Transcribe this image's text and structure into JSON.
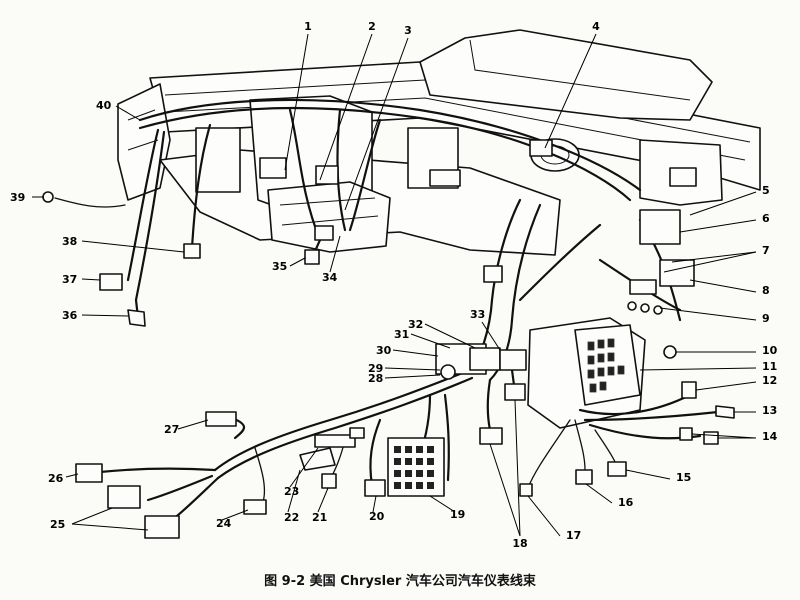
{
  "caption": "图 9-2   美国 Chrysler 汽车公司汽车仪表线束",
  "callouts": [
    "1",
    "2",
    "3",
    "4",
    "5",
    "6",
    "7",
    "8",
    "9",
    "10",
    "11",
    "12",
    "13",
    "14",
    "15",
    "16",
    "17",
    "18",
    "19",
    "20",
    "21",
    "22",
    "23",
    "24",
    "25",
    "26",
    "27",
    "28",
    "29",
    "30",
    "31",
    "32",
    "33",
    "34",
    "35",
    "36",
    "37",
    "38",
    "39",
    "40"
  ]
}
